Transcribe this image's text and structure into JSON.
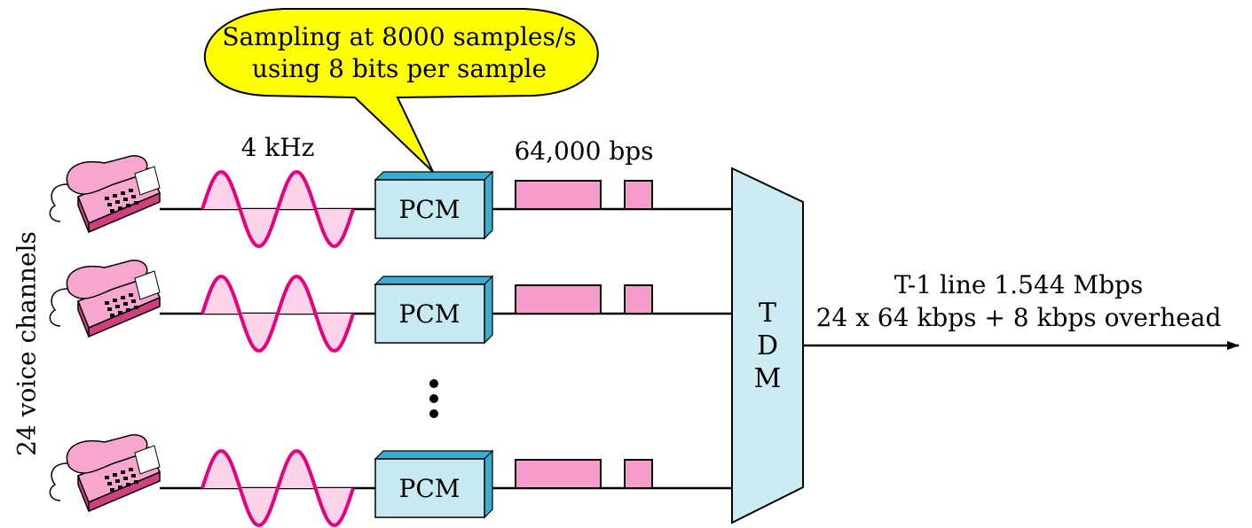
{
  "callout": {
    "line1": "Sampling at 8000 samples/s",
    "line2": "using 8 bits per sample"
  },
  "labels": {
    "analog": "4 kHz",
    "digital": "64,000 bps",
    "channels": "24 voice channels",
    "pcm": "PCM",
    "output_line1": "T-1 line 1.544 Mbps",
    "output_line2": "24 x 64 kbps + 8 kbps overhead"
  },
  "tdm": {
    "t": "T",
    "d": "D",
    "m": "M"
  },
  "colors": {
    "callout_fill": "#ffff00",
    "wave_stroke": "#e6007e",
    "wave_fill": "#fcd3e8",
    "pulse_fill": "#f59ccb",
    "pcm_fill": "#c6e9f2",
    "pcm_top": "#3aaecf",
    "tdm_fill": "#cdebf2",
    "phone_fill": "#f7a6cd",
    "phone_dark": "#d04080"
  }
}
